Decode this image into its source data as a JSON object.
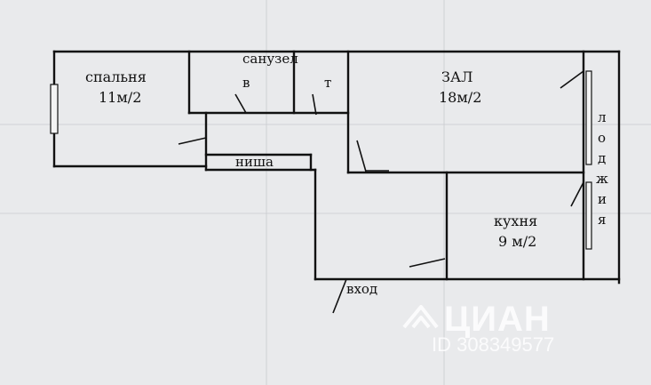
{
  "rooms": {
    "bedroom": {
      "name": "спальня",
      "area": "11м/2"
    },
    "bathroom": {
      "name": "санузел",
      "bath": "в",
      "toilet": "т"
    },
    "hall": {
      "name": "ЗАЛ",
      "area": "18м/2"
    },
    "kitchen": {
      "name": "кухня",
      "area": "9 м/2"
    },
    "niche": {
      "name": "ниша"
    },
    "entrance": {
      "name": "вход"
    },
    "loggia": {
      "letters": [
        "л",
        "о",
        "д",
        "ж",
        "и",
        "я"
      ]
    }
  },
  "watermark": {
    "brand": "ЦИАН",
    "id": "ID 308349577"
  },
  "colors": {
    "paper": "#e9eaec",
    "ink": "#111111",
    "watermark": "#ffffff"
  }
}
